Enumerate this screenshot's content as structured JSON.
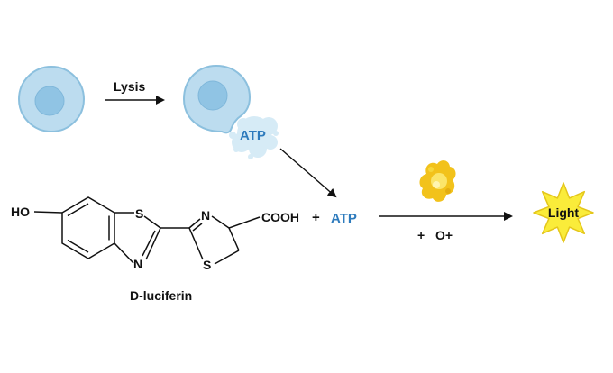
{
  "labels": {
    "lysis": "Lysis",
    "atp_released": "ATP",
    "ho": "HO",
    "s1": "S",
    "n1": "N",
    "n2": "N",
    "s2": "S",
    "cooh": "COOH",
    "plus1": "+",
    "atp_reactant": "ATP",
    "plus2": "+",
    "o2": "O+",
    "luciferin": "D-luciferin",
    "light": "Light"
  },
  "colors": {
    "cell_fill": "#bcdcef",
    "cell_stroke": "#8cc0de",
    "nucleus_fill": "#90c4e4",
    "atp_blue": "#2e7bbd",
    "splash": "#d6ebf6",
    "enzyme_outer": "#f2c21b",
    "enzyme_inner": "#fbe56a",
    "star_fill": "#faec3a",
    "star_stroke": "#e4c61a",
    "ink": "#111111"
  },
  "icons": {
    "cell": "cell-icon",
    "lysed_cell": "lysed-cell-icon",
    "enzyme": "luciferase-enzyme-icon",
    "light": "starburst-icon"
  }
}
